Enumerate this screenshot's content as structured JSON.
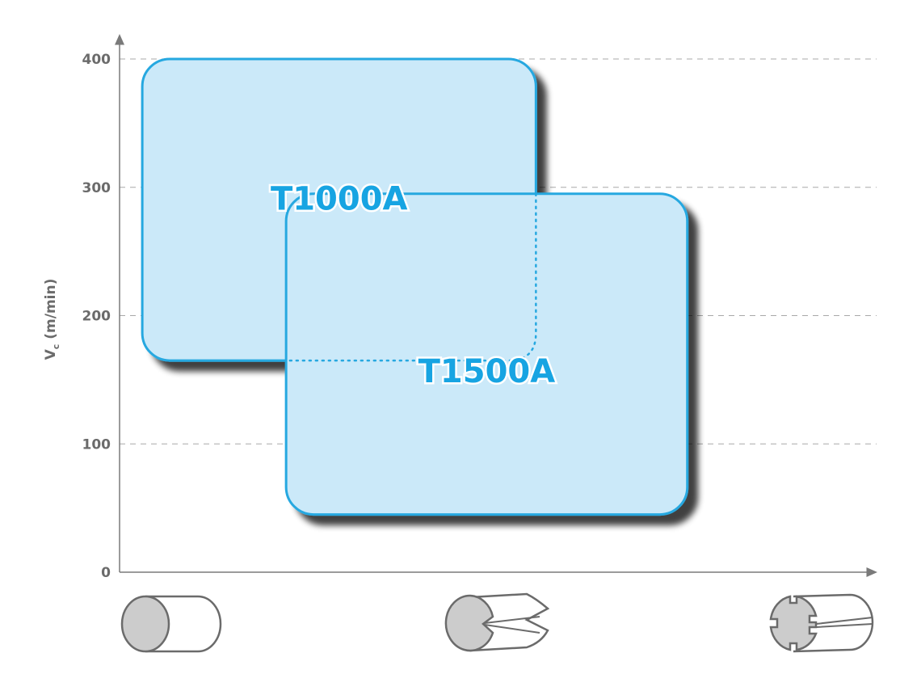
{
  "chart_data": {
    "type": "area",
    "title": "",
    "xlabel": "",
    "ylabel": "Vc (m/min)",
    "ylabel_main": "V",
    "ylabel_sub": "c",
    "ylabel_rest": " (m/min)",
    "ylim": [
      0,
      400
    ],
    "y_ticks": [
      "0",
      "100",
      "200",
      "300",
      "400"
    ],
    "grid": "horizontal dashed",
    "x_categories": [
      "round-bar-icon",
      "grooved-bar-icon",
      "interrupted-bar-icon"
    ],
    "series": [
      {
        "name": "T1000A",
        "x_range": [
          0.03,
          0.55
        ],
        "y_range": [
          165,
          400
        ],
        "color": "#27a8e0"
      },
      {
        "name": "T1500A",
        "x_range": [
          0.22,
          0.75
        ],
        "y_range": [
          45,
          295
        ],
        "color": "#27a8e0"
      }
    ]
  },
  "colors": {
    "region_fill": "#cbe9f9",
    "region_stroke": "#27a8e0",
    "axis": "#7a7a7a",
    "grid": "#a8a8a8",
    "shadow": "#555555",
    "icon_fill": "#cccccc",
    "icon_stroke": "#6b6b6b"
  }
}
